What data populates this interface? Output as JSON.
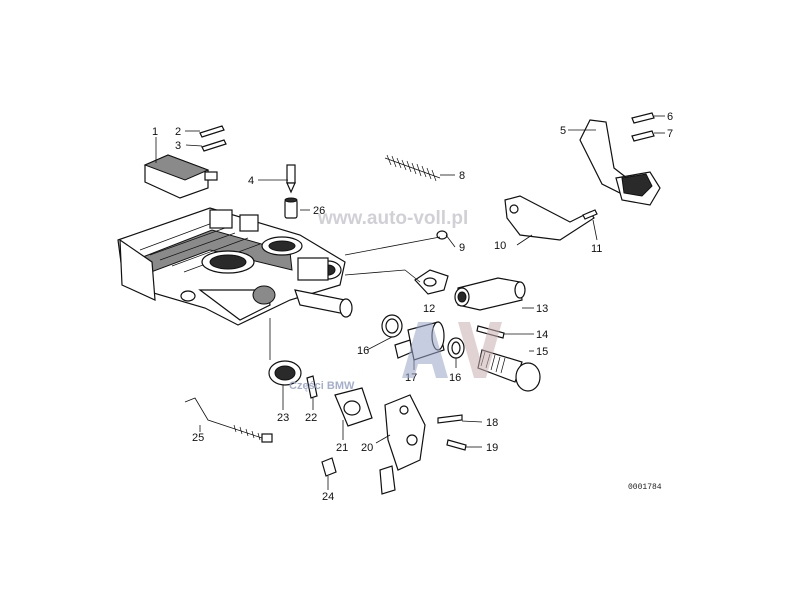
{
  "watermark": {
    "url": "www.auto-voll.pl",
    "logo": "AV",
    "caption": "Części BMW"
  },
  "reference_number": "0001784",
  "callouts": [
    "1",
    "2",
    "3",
    "4",
    "5",
    "6",
    "7",
    "8",
    "9",
    "10",
    "11",
    "12",
    "13",
    "14",
    "15",
    "16",
    "16",
    "17",
    "18",
    "19",
    "20",
    "21",
    "22",
    "23",
    "24",
    "25",
    "26"
  ]
}
